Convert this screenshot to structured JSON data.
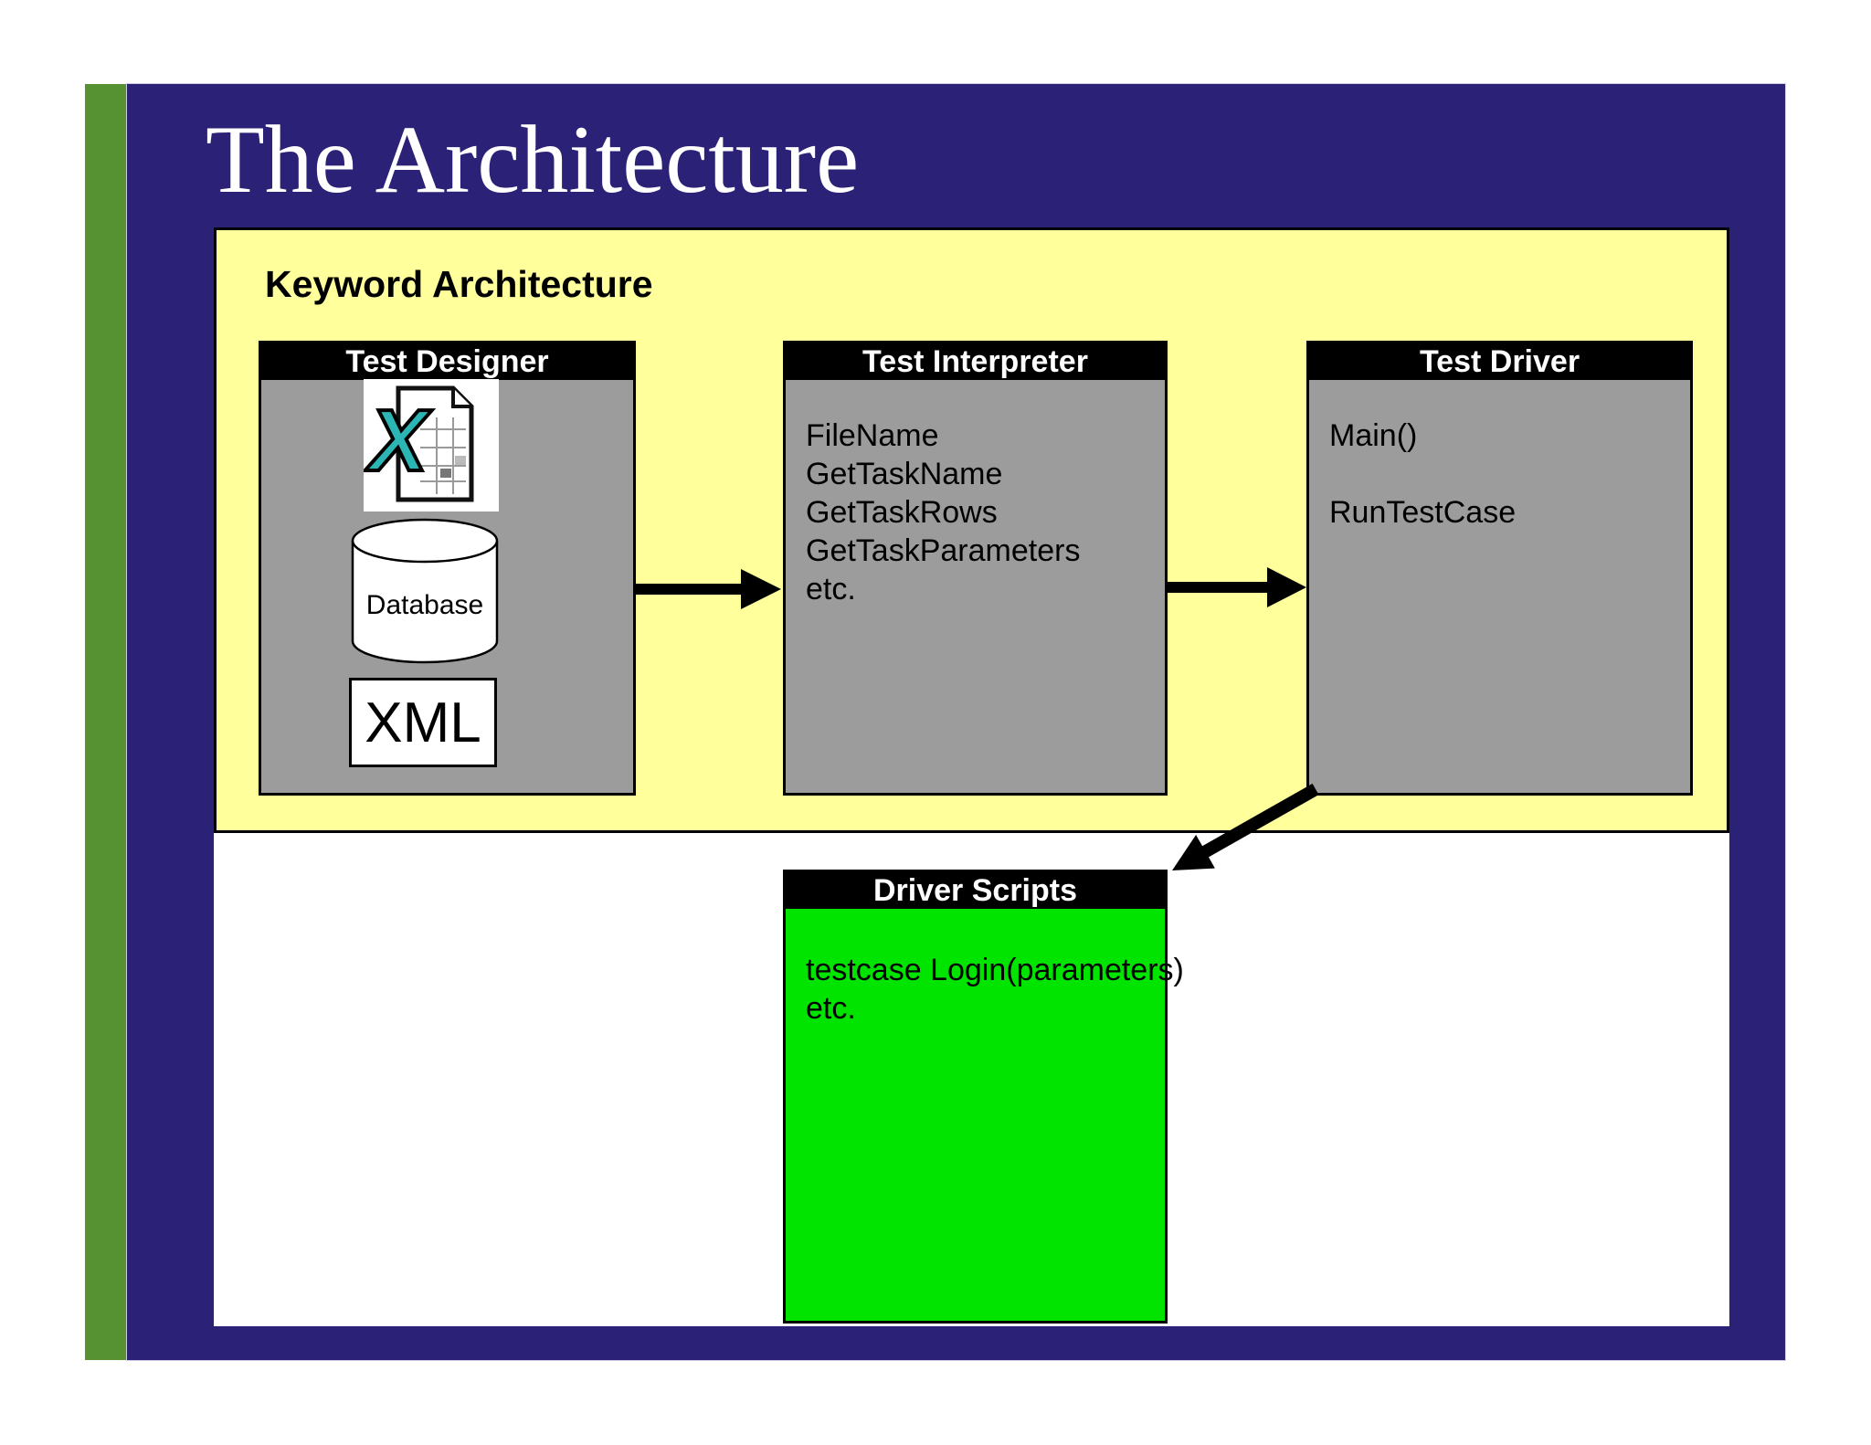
{
  "slide": {
    "title": "The Architecture",
    "section_label": "Keyword Architecture"
  },
  "colors": {
    "slide_background": "#2b2177",
    "accent_bar_green": "#569231",
    "keyword_panel_yellow": "#ffff9c",
    "box_body_gray": "#9c9c9c",
    "box_header_black": "#000000",
    "driver_scripts_green": "#00e400",
    "excel_x_teal": "#2cb5b5",
    "title_text": "#ffffff"
  },
  "boxes": [
    {
      "title": "Test Designer",
      "contents": {
        "excel_x_glyph": "X",
        "database_label": "Database",
        "xml_label": "XML"
      }
    },
    {
      "title": "Test Interpreter",
      "lines": [
        "FileName",
        "GetTaskName",
        "GetTaskRows",
        "GetTaskParameters",
        "etc."
      ]
    },
    {
      "title": "Test Driver",
      "lines": [
        "Main()",
        "RunTestCase"
      ]
    },
    {
      "title": "Driver Scripts",
      "lines": [
        "testcase Login(parameters)",
        "etc."
      ]
    }
  ]
}
